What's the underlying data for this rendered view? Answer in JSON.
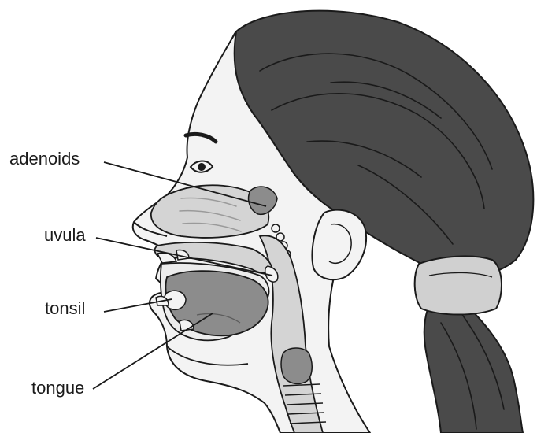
{
  "labels": {
    "adenoids": "adenoids",
    "uvula": "uvula",
    "tonsil": "tonsil",
    "tongue": "tongue"
  },
  "colors": {
    "hair": "#4a4a4a",
    "skin": "#f3f3f3",
    "tissue": "#d4d4d4",
    "tongue": "#8c8c8c",
    "outline": "#1a1a1a",
    "hair_tie": "#d0d0d0"
  }
}
